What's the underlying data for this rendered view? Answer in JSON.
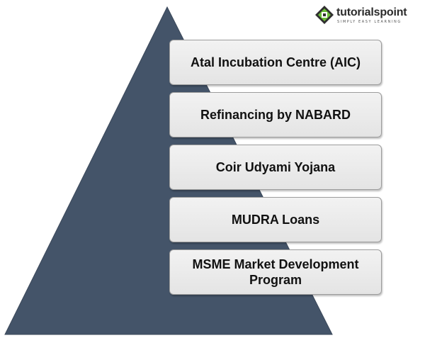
{
  "colors": {
    "pyramid": "#445469",
    "box_border": "#9c9c9c",
    "box_fill": "#eaeaea",
    "text": "#111111",
    "logo_green": "#6dbf3a"
  },
  "logo": {
    "name": "tutorialspoint",
    "tagline": "SIMPLY EASY LEARNING",
    "icon": "tutorialspoint-logo-icon"
  },
  "levels": [
    {
      "label": "Atal Incubation Centre (AIC)"
    },
    {
      "label": "Refinancing by NABARD"
    },
    {
      "label": "Coir Udyami Yojana"
    },
    {
      "label": "MUDRA Loans"
    },
    {
      "label": "MSME Market Development Program"
    }
  ]
}
